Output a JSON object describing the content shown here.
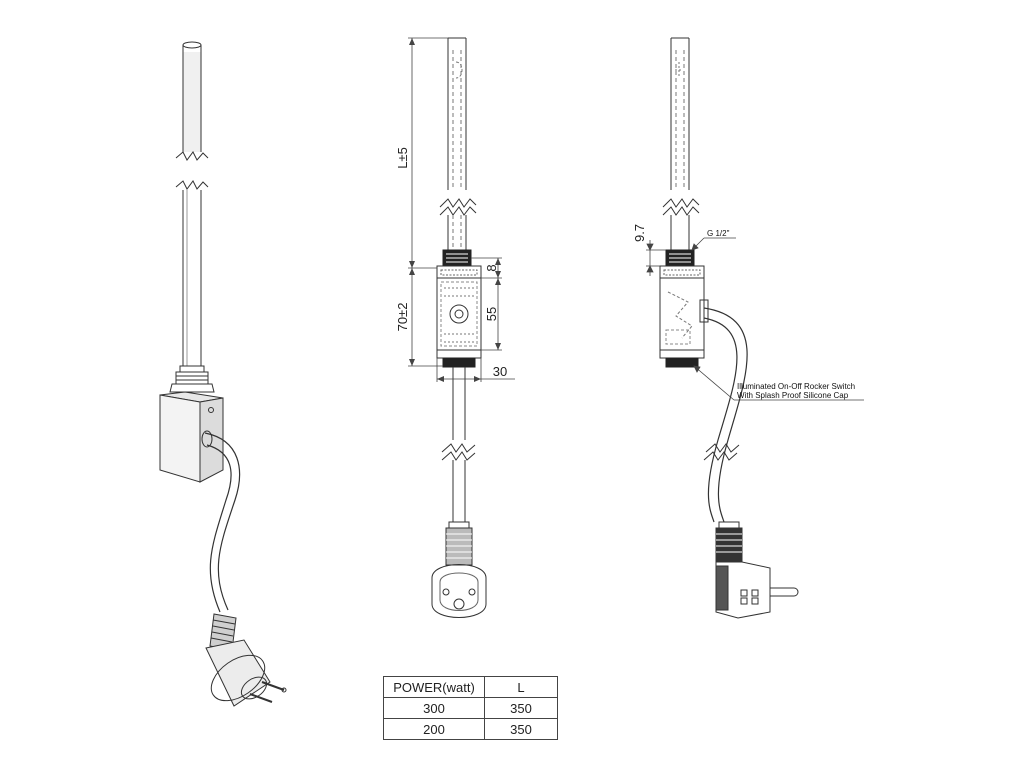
{
  "dimensions": {
    "length": "L±5",
    "box_height": "70±2",
    "thread_height": "8",
    "switch_height": "55",
    "box_width": "30",
    "nut_height": "9.7",
    "thread_size": "G 1/2\""
  },
  "annotation": {
    "line1": "Illuminated On-Off Rocker Switch",
    "line2": "With Splash Proof Silicone Cap"
  },
  "table": {
    "headers": [
      "POWER(watt)",
      "L"
    ],
    "rows": [
      [
        "300",
        "350"
      ],
      [
        "200",
        "350"
      ]
    ]
  }
}
